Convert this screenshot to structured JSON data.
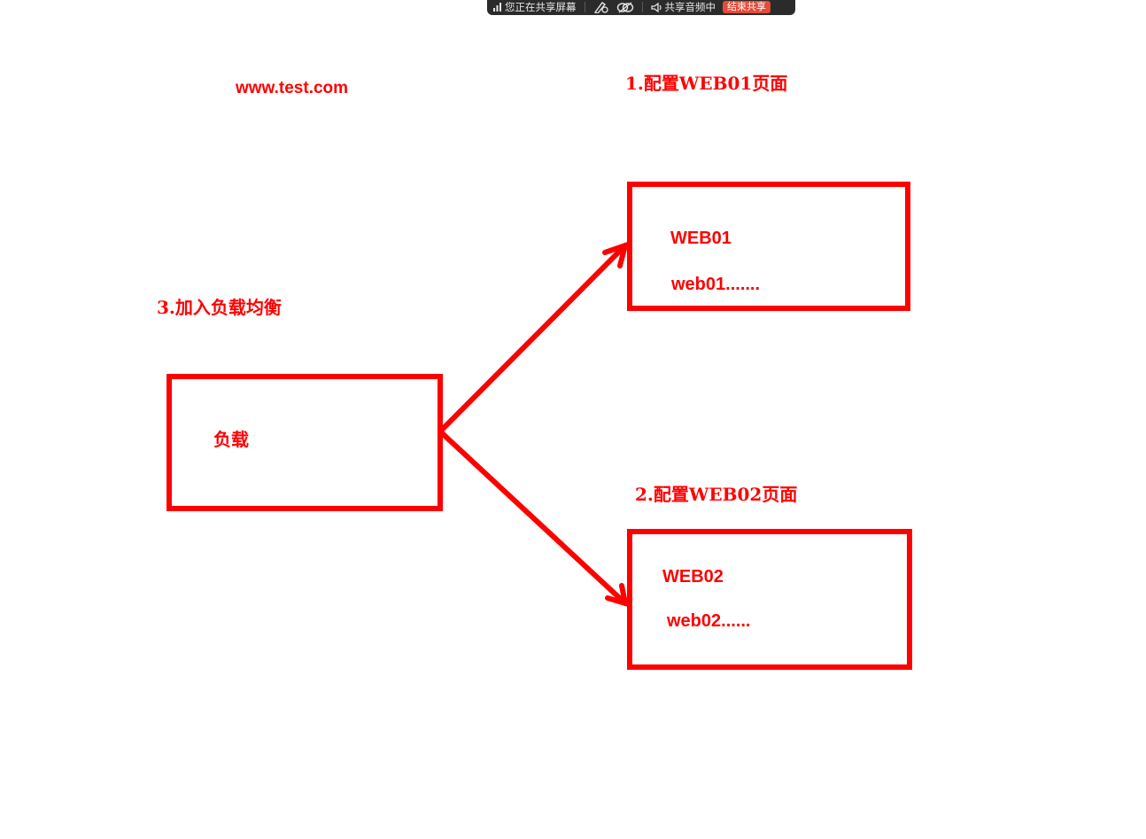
{
  "share_toolbar": {
    "status_label": "您正在共享屏幕",
    "audio_label": "共享音频中",
    "end_button_label": "结束共享"
  },
  "diagram": {
    "site_label": "www.test.com",
    "step1_label": "1.配置WEB01页面",
    "step2_label": "2.配置WEB02页面",
    "step3_label": "3.加入负载均衡",
    "load_box": {
      "label": "负载"
    },
    "web01_box": {
      "title": "WEB01",
      "content": "web01......."
    },
    "web02_box": {
      "title": "WEB02",
      "content": "web02......"
    }
  },
  "colors": {
    "accent": "#ff0000",
    "toolbar_bg": "#2b2b2b",
    "end_button": "#e24c3a"
  }
}
